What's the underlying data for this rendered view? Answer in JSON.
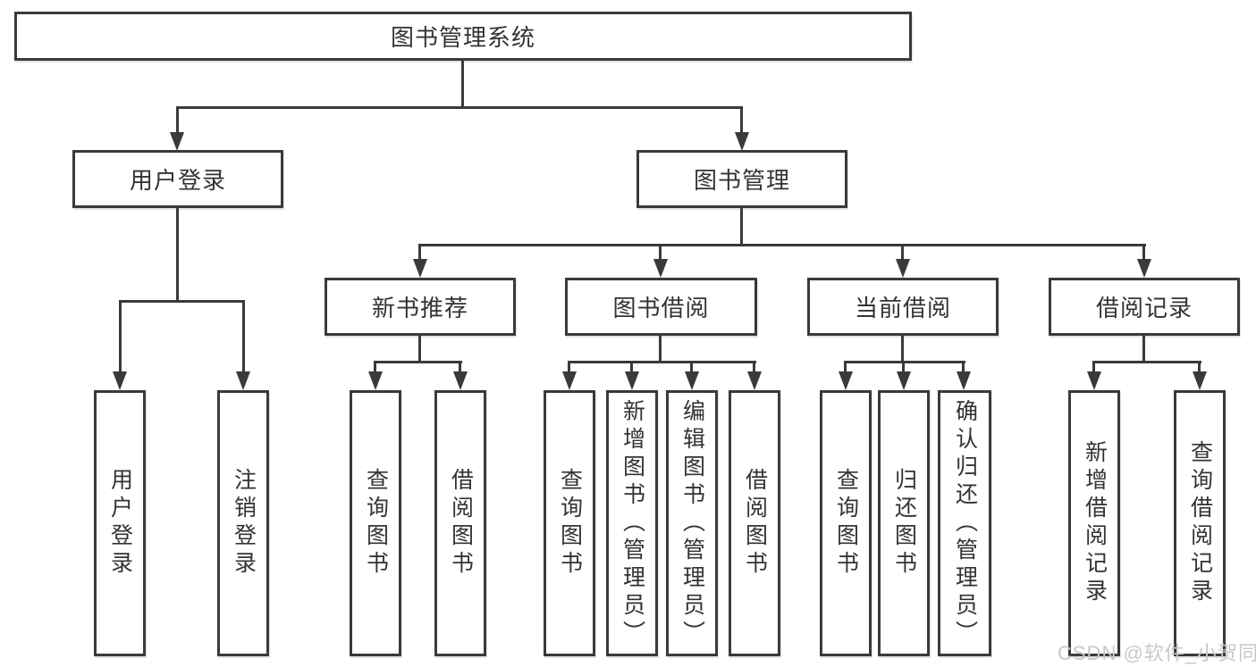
{
  "tree": {
    "root": {
      "label": "图书管理系统",
      "children": [
        {
          "label": "用户登录",
          "children": [
            {
              "label": "用户登录"
            },
            {
              "label": "注销登录"
            }
          ]
        },
        {
          "label": "图书管理",
          "children": [
            {
              "label": "新书推荐",
              "children": [
                {
                  "label": "查询图书"
                },
                {
                  "label": "借阅图书"
                }
              ]
            },
            {
              "label": "图书借阅",
              "children": [
                {
                  "label": "查询图书"
                },
                {
                  "label": "新增图书（管理员）"
                },
                {
                  "label": "编辑图书（管理员）"
                },
                {
                  "label": "借阅图书"
                }
              ]
            },
            {
              "label": "当前借阅",
              "children": [
                {
                  "label": "查询图书"
                },
                {
                  "label": "归还图书"
                },
                {
                  "label": "确认归还（管理员）"
                }
              ]
            },
            {
              "label": "借阅记录",
              "children": [
                {
                  "label": "新增借阅记录"
                },
                {
                  "label": "查询借阅记录"
                }
              ]
            }
          ]
        }
      ]
    }
  },
  "watermark": "CSDN @软件_小贺同学",
  "colors": {
    "line": "#3a3a3a",
    "text": "#333333",
    "watermark": "#c8c8c8"
  }
}
